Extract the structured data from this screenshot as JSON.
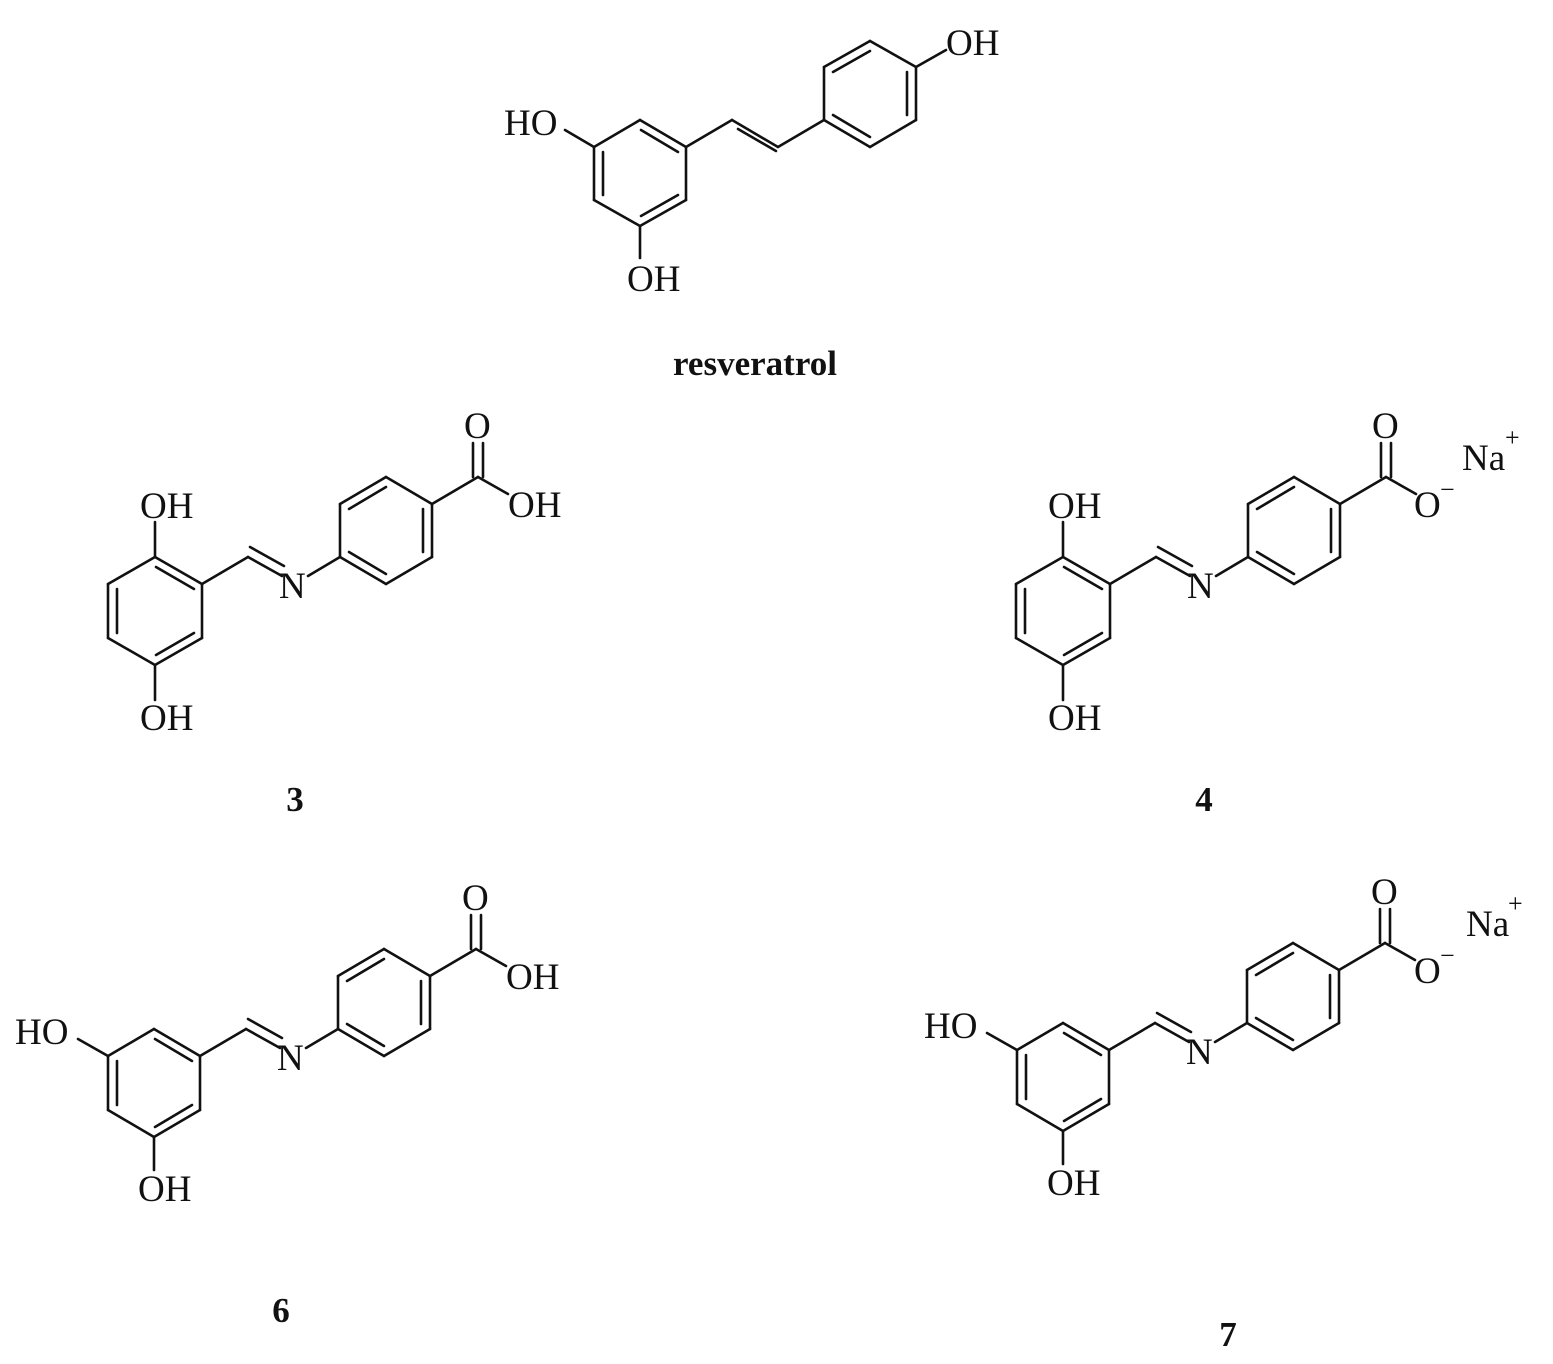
{
  "figure": {
    "compounds": [
      {
        "id": "resveratrol",
        "label": "resveratrol",
        "atoms": {
          "oh_top": "OH",
          "ho_left": "HO",
          "oh_bottom": "OH"
        }
      },
      {
        "id": "3",
        "label": "3",
        "atoms": {
          "oh_ortho": "OH",
          "oh_para": "OH",
          "n": "N",
          "o_carbonyl": "O",
          "oh_acid": "OH"
        }
      },
      {
        "id": "4",
        "label": "4",
        "atoms": {
          "oh_ortho": "OH",
          "oh_para": "OH",
          "n": "N",
          "o_carbonyl": "O",
          "o_anion": "O",
          "charge_minus": "−",
          "na": "Na",
          "charge_plus": "+"
        }
      },
      {
        "id": "6",
        "label": "6",
        "atoms": {
          "ho_meta": "HO",
          "oh_meta": "OH",
          "n": "N",
          "o_carbonyl": "O",
          "oh_acid": "OH"
        }
      },
      {
        "id": "7",
        "label": "7",
        "atoms": {
          "ho_meta": "HO",
          "oh_meta": "OH",
          "n": "N",
          "o_carbonyl": "O",
          "o_anion": "O",
          "charge_minus": "−",
          "na": "Na",
          "charge_plus": "+"
        }
      }
    ]
  }
}
